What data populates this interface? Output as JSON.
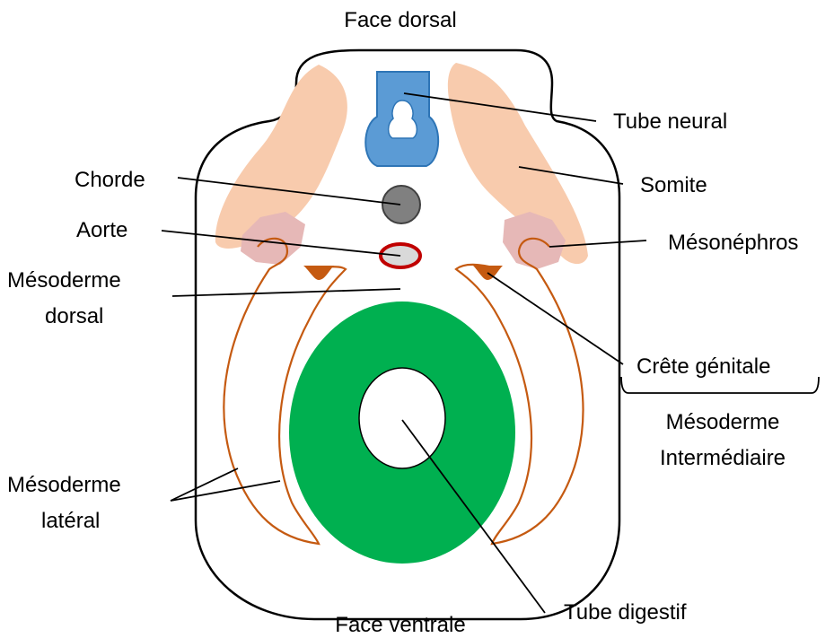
{
  "labels": {
    "face_dorsal": "Face dorsal",
    "face_ventrale": "Face ventrale",
    "tube_neural": "Tube neural",
    "somite": "Somite",
    "chorde": "Chorde",
    "aorte": "Aorte",
    "mesonephros": "Mésonéphros",
    "mesoderme_dorsal_line1": "Mésoderme",
    "mesoderme_dorsal_line2": "dorsal",
    "crete_genitale": "Crête génitale",
    "mesoderme_intermediaire_line1": "Mésoderme",
    "mesoderme_intermediaire_line2": "Intermédiaire",
    "mesoderme_lateral_line1": "Mésoderme",
    "mesoderme_lateral_line2": "latéral",
    "tube_digestif": "Tube digestif"
  },
  "colors": {
    "body_outline": "#000000",
    "tube_neural_fill": "#5b9bd5",
    "tube_neural_stroke": "#2e75b6",
    "somite_fill": "#f8cbad",
    "chorde_fill": "#808080",
    "aorte_stroke": "#c00000",
    "aorte_fill": "#d9d9d9",
    "mesonephros_fill": "#e6b8b7",
    "crete_genitale_fill": "#c55a11",
    "mesoderme_lateral_stroke": "#c55a11",
    "tube_digestif_fill": "#00b050"
  }
}
